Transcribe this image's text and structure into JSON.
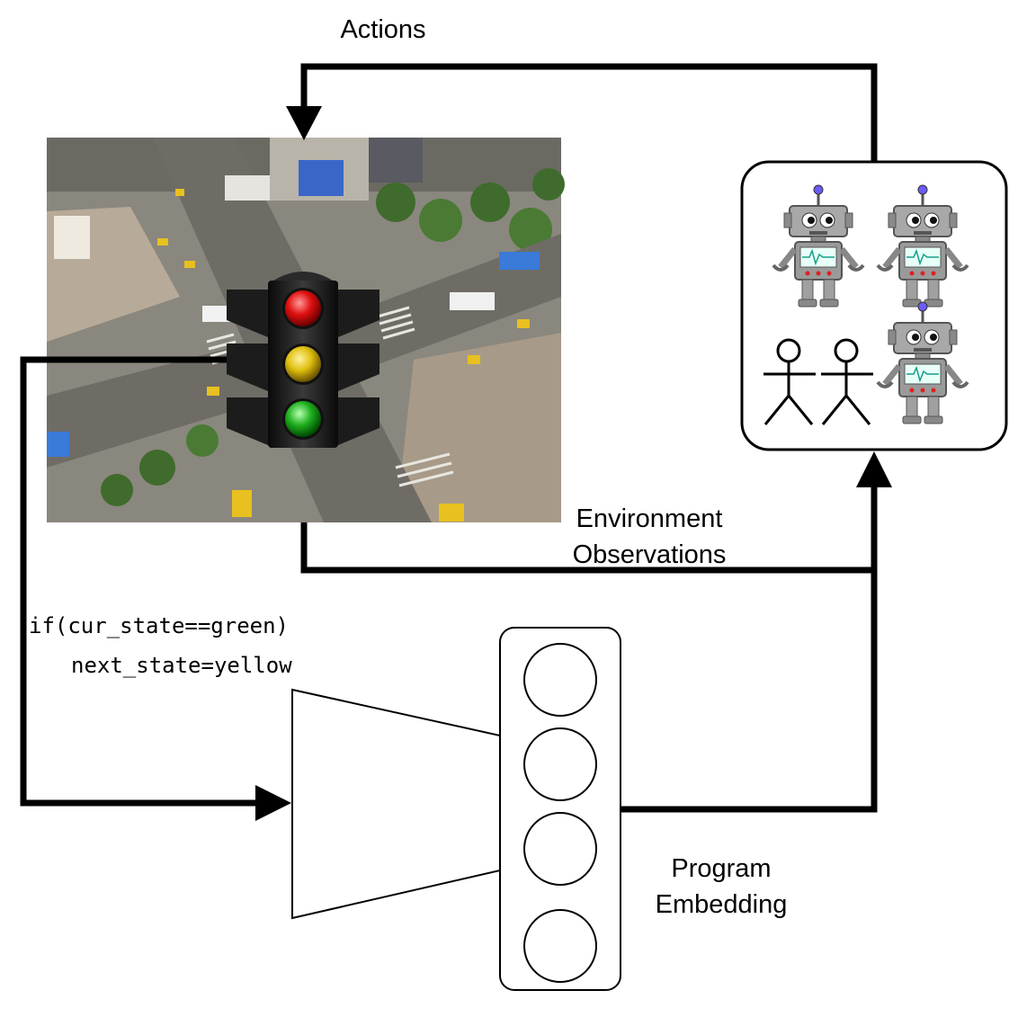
{
  "labels": {
    "actions": "Actions",
    "env_line1": "Environment",
    "env_line2": "Observations",
    "prog_line1": "Program",
    "prog_line2": "Embedding"
  },
  "code": {
    "line1": "if(cur_state==green)",
    "line2": "next_state=yellow"
  },
  "colors": {
    "light_red": "#e01010",
    "light_yellow": "#e0c010",
    "light_green": "#20b020",
    "robot_body": "#9a9a9a",
    "antenna": "#6a5cff",
    "scene_road": "#7d7a72",
    "scene_tree": "#3f6b2c"
  },
  "icons": {
    "scene": "traffic-intersection-photo",
    "light": "traffic-light-icon",
    "agents": [
      "robot-icon",
      "robot-icon",
      "robot-icon",
      "stick-figure-icon",
      "stick-figure-icon"
    ]
  }
}
